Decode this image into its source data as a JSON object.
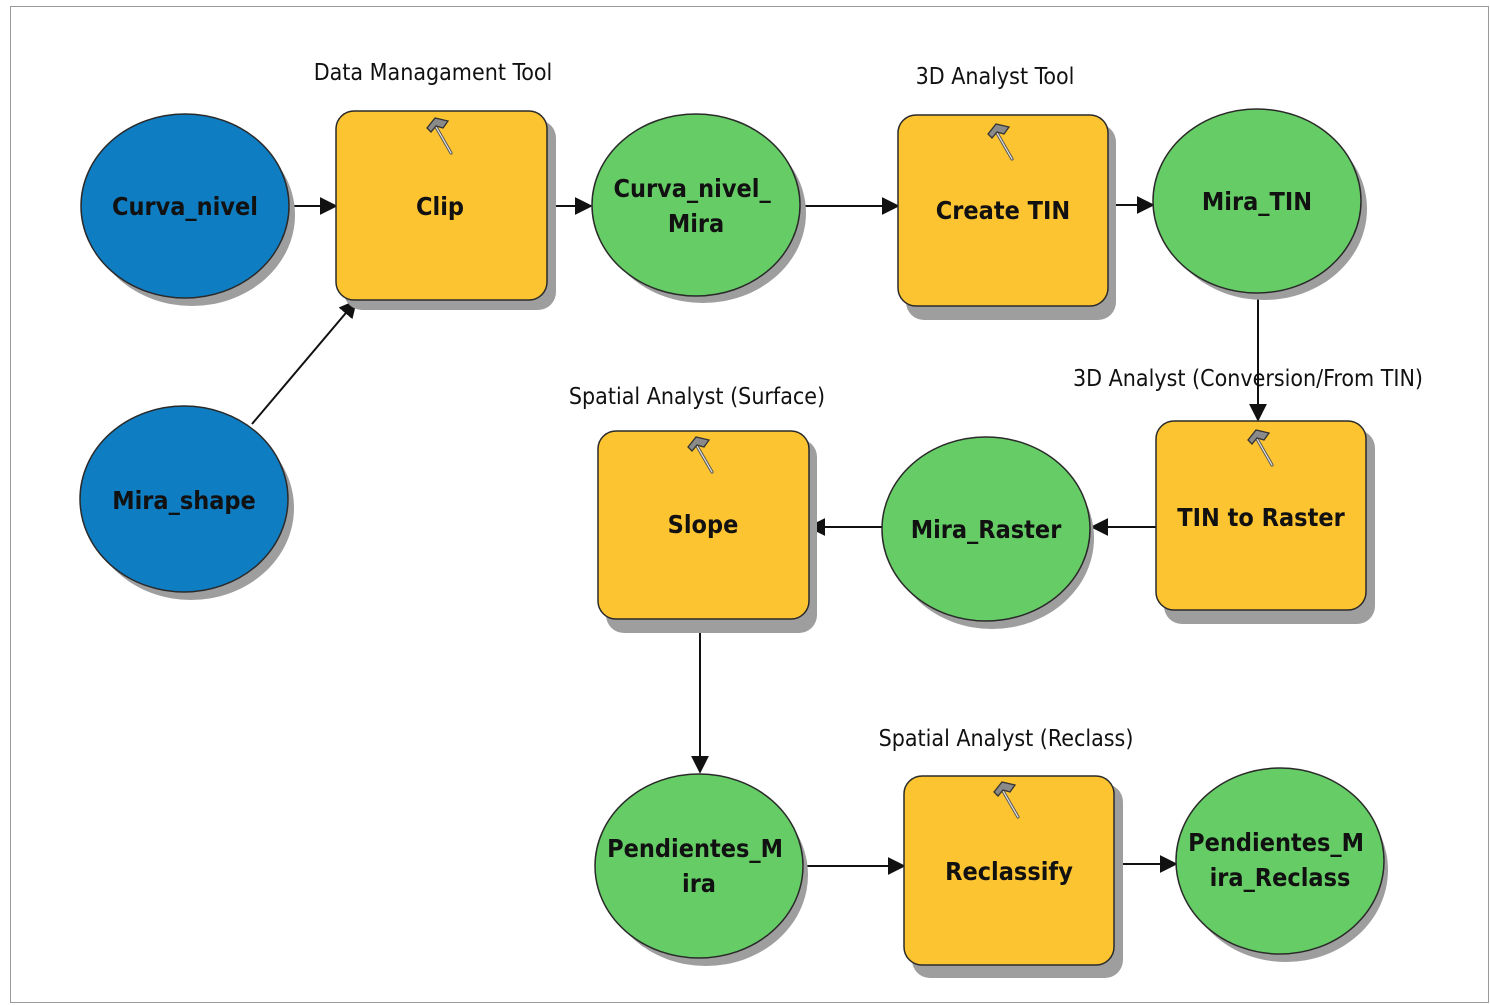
{
  "colors": {
    "input_data": "#0f7dc2",
    "derived_data": "#66cc66",
    "tool": "#fdc431",
    "outline": "#2a2a2a",
    "shadow": "#9e9e9e",
    "connector": "#111111",
    "frame": "#9a9a9a"
  },
  "icons": {
    "tool": "hammer-icon"
  },
  "nodes": {
    "curva_nivel": {
      "kind": "input-data",
      "lines": [
        "Curva_nivel"
      ]
    },
    "mira_shape": {
      "kind": "input-data",
      "lines": [
        "Mira_shape"
      ]
    },
    "clip": {
      "kind": "tool",
      "lines": [
        "Clip"
      ]
    },
    "curva_nivel_mira": {
      "kind": "derived-data",
      "lines": [
        "Curva_nivel_",
        "Mira"
      ]
    },
    "create_tin": {
      "kind": "tool",
      "lines": [
        "Create TIN"
      ]
    },
    "mira_tin": {
      "kind": "derived-data",
      "lines": [
        "Mira_TIN"
      ]
    },
    "tin_to_raster": {
      "kind": "tool",
      "lines": [
        "TIN to Raster"
      ]
    },
    "mira_raster": {
      "kind": "derived-data",
      "lines": [
        "Mira_Raster"
      ]
    },
    "slope": {
      "kind": "tool",
      "lines": [
        "Slope"
      ]
    },
    "pendientes_mira": {
      "kind": "derived-data",
      "lines": [
        "Pendientes_M",
        "ira"
      ]
    },
    "reclassify": {
      "kind": "tool",
      "lines": [
        "Reclassify"
      ]
    },
    "pendientes_mira_reclass": {
      "kind": "derived-data",
      "lines": [
        "Pendientes_M",
        "ira_Reclass"
      ]
    }
  },
  "group_labels": {
    "data_management": "Data Managament Tool",
    "analyst_3d": "3D Analyst Tool",
    "analyst_3d_conversion": "3D Analyst (Conversion/From TIN)",
    "spatial_surface": "Spatial Analyst (Surface)",
    "spatial_reclass": "Spatial Analyst (Reclass)"
  },
  "edges": [
    {
      "from": "curva_nivel",
      "to": "clip"
    },
    {
      "from": "mira_shape",
      "to": "clip"
    },
    {
      "from": "clip",
      "to": "curva_nivel_mira"
    },
    {
      "from": "curva_nivel_mira",
      "to": "create_tin"
    },
    {
      "from": "create_tin",
      "to": "mira_tin"
    },
    {
      "from": "mira_tin",
      "to": "tin_to_raster"
    },
    {
      "from": "tin_to_raster",
      "to": "mira_raster"
    },
    {
      "from": "mira_raster",
      "to": "slope"
    },
    {
      "from": "slope",
      "to": "pendientes_mira"
    },
    {
      "from": "pendientes_mira",
      "to": "reclassify"
    },
    {
      "from": "reclassify",
      "to": "pendientes_mira_reclass"
    }
  ]
}
